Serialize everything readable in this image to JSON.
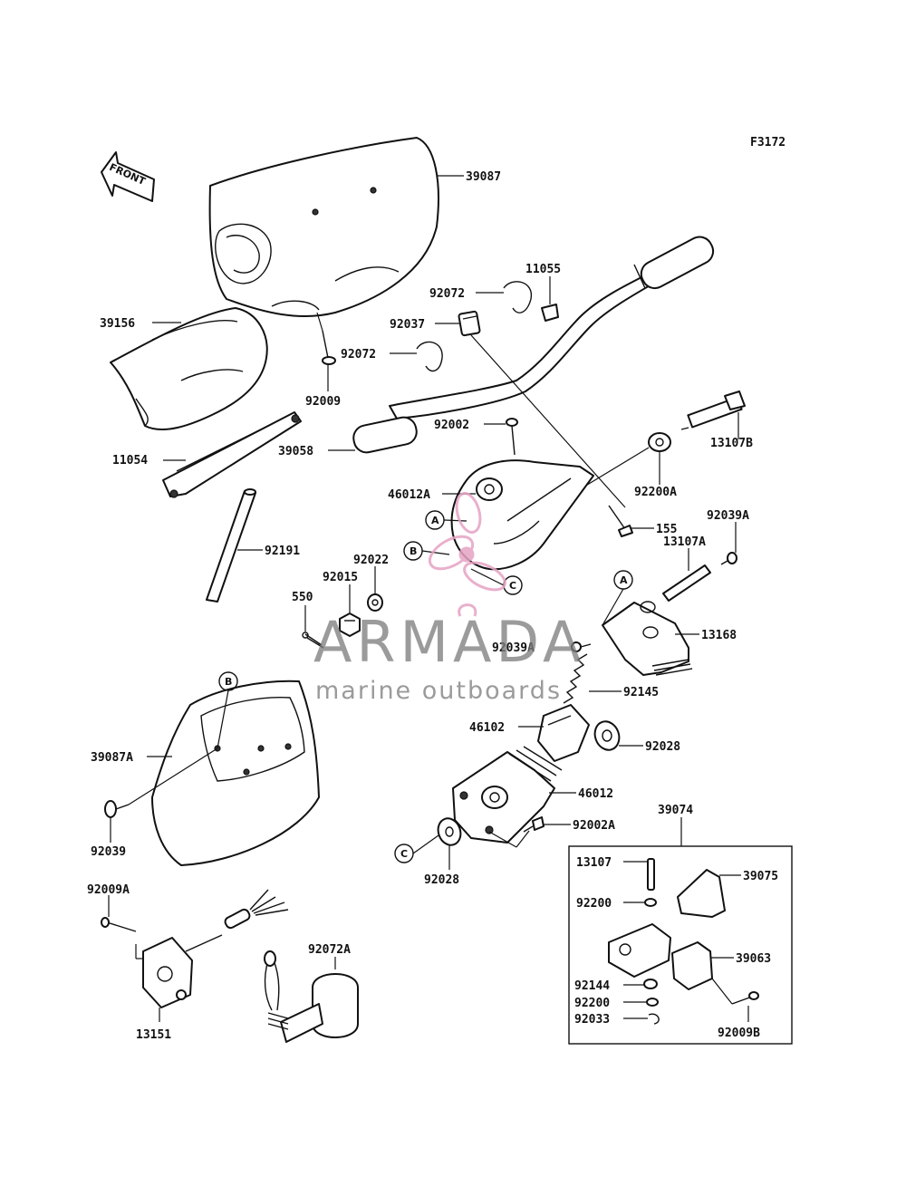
{
  "figure_code": "F3172",
  "front_arrow_label": "FRONT",
  "watermark": {
    "brand": "ARMADA",
    "tagline": "marine outboards",
    "logo_color": "#e6a3c4",
    "text_color": "#7d7d7d"
  },
  "callouts": {
    "39087": "39087",
    "39156": "39156",
    "92009": "92009",
    "11054": "11054",
    "92191": "92191",
    "92072_top": "92072",
    "11055": "11055",
    "92037": "92037",
    "92072_mid": "92072",
    "92002": "92002",
    "39058": "39058",
    "13107B": "13107B",
    "92200A": "92200A",
    "46012A": "46012A",
    "155": "155",
    "92039A_top": "92039A",
    "13107A": "13107A",
    "92022": "92022",
    "92015": "92015",
    "550": "550",
    "13168": "13168",
    "92039A_mid": "92039A",
    "92145": "92145",
    "46102": "46102",
    "92028_right": "92028",
    "39087A": "39087A",
    "46012": "46012",
    "92002A": "92002A",
    "92028_bottom": "92028",
    "92039": "92039",
    "39074": "39074",
    "13107": "13107",
    "39075": "39075",
    "92200_a": "92200",
    "39063": "39063",
    "92144": "92144",
    "92200_b": "92200",
    "92033": "92033",
    "92009B": "92009B",
    "92009A": "92009A",
    "92072A": "92072A",
    "13151": "13151"
  },
  "reference_marks": [
    "A",
    "B",
    "C"
  ]
}
